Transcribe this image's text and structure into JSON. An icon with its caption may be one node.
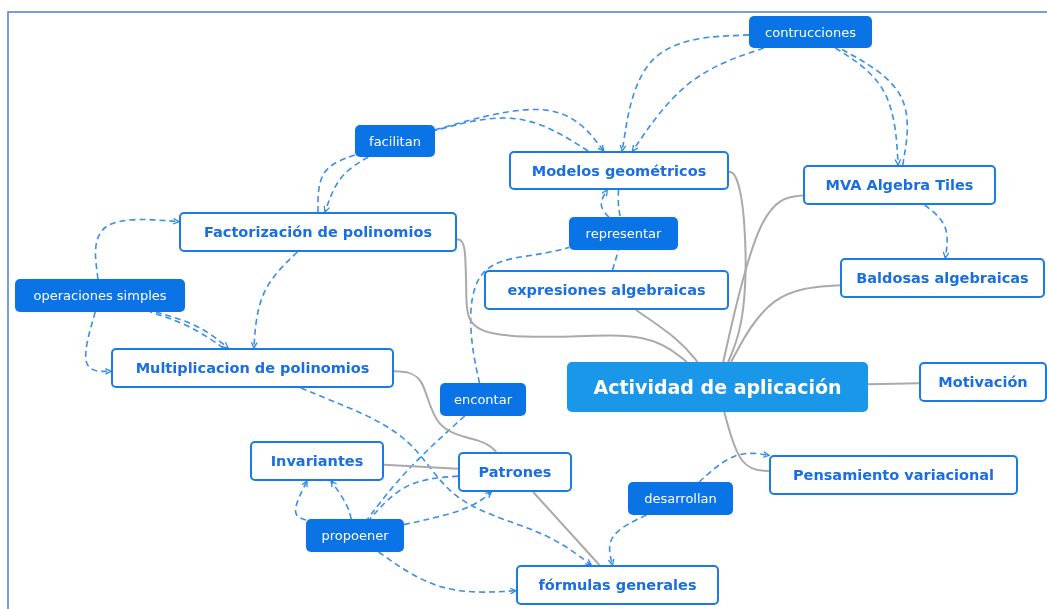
{
  "diagram": {
    "nodes": [
      {
        "text": [
          "contrucciones"
        ]
      },
      {
        "text": [
          "facilitan"
        ]
      },
      {
        "text": [
          "Modelos geométricos"
        ]
      },
      {
        "text": [
          "MVA Algebra Tiles"
        ]
      },
      {
        "text": [
          "Factorización de polinomios"
        ]
      },
      {
        "text": [
          "representar"
        ]
      },
      {
        "text": [
          "Baldosas algebraicas"
        ]
      },
      {
        "text": [
          "operaciones simples"
        ]
      },
      {
        "text": [
          "expresiones algebraicas"
        ]
      },
      {
        "text": [
          "Multiplicacion de polinomios"
        ]
      },
      {
        "text": [
          "Actividad de aplicación"
        ]
      },
      {
        "text": [
          "Motivación"
        ]
      },
      {
        "text": [
          "encontar"
        ]
      },
      {
        "text": [
          "Invariantes"
        ]
      },
      {
        "text": [
          "Patrones"
        ]
      },
      {
        "text": [
          "Pensamiento variacional"
        ]
      },
      {
        "text": [
          "desarrollan"
        ]
      },
      {
        "text": [
          "propoener"
        ]
      },
      {
        "text": [
          "fórmulas generales"
        ]
      }
    ],
    "edges": [
      {
        "from": 0,
        "to": 2,
        "arrow": "to",
        "style": "dashed"
      },
      {
        "from": 0,
        "to": 2,
        "arrow": "to",
        "style": "dashed"
      },
      {
        "from": 0,
        "to": 3,
        "arrow": "to",
        "style": "dashed"
      },
      {
        "from": 3,
        "to": 0,
        "arrow": "none",
        "style": "dashed"
      },
      {
        "from": 3,
        "to": 6,
        "arrow": "to",
        "style": "dashed"
      },
      {
        "from": 4,
        "to": 1,
        "arrow": "none",
        "style": "dashed"
      },
      {
        "from": 1,
        "to": 4,
        "arrow": "to",
        "style": "dashed"
      },
      {
        "from": 1,
        "to": 2,
        "arrow": "to",
        "style": "dashed"
      },
      {
        "from": 2,
        "to": 1,
        "arrow": "none",
        "style": "dashed"
      },
      {
        "from": 8,
        "to": 5,
        "arrow": "none",
        "style": "dashed"
      },
      {
        "from": 5,
        "to": 2,
        "arrow": "to",
        "style": "dashed"
      },
      {
        "from": 2,
        "to": 5,
        "arrow": "none",
        "style": "dashed"
      },
      {
        "from": 12,
        "to": 5,
        "arrow": "none",
        "style": "dashed"
      },
      {
        "from": 7,
        "to": 4,
        "arrow": "to",
        "style": "dashed"
      },
      {
        "from": 7,
        "to": 9,
        "arrow": "to",
        "style": "dashed"
      },
      {
        "from": 7,
        "to": 9,
        "arrow": "to",
        "style": "dashed"
      },
      {
        "from": 9,
        "to": 7,
        "arrow": "none",
        "style": "dashed"
      },
      {
        "from": 4,
        "to": 9,
        "arrow": "to",
        "style": "dashed"
      },
      {
        "from": 9,
        "to": 18,
        "arrow": "to",
        "style": "dashed"
      },
      {
        "from": 12,
        "to": 17,
        "arrow": "none",
        "style": "dashed"
      },
      {
        "from": 17,
        "to": 13,
        "arrow": "to",
        "style": "dashed"
      },
      {
        "from": 17,
        "to": 13,
        "arrow": "to",
        "style": "dashed"
      },
      {
        "from": 17,
        "to": 14,
        "arrow": "to",
        "style": "dashed"
      },
      {
        "from": 14,
        "to": 17,
        "arrow": "none",
        "style": "dashed"
      },
      {
        "from": 17,
        "to": 18,
        "arrow": "to",
        "style": "dashed"
      },
      {
        "from": 16,
        "to": 18,
        "arrow": "to",
        "style": "dashed"
      },
      {
        "from": 16,
        "to": 15,
        "arrow": "to",
        "style": "dashed"
      },
      {
        "from": 10,
        "to": 2,
        "arrow": "none",
        "color": "#aaaaaa"
      },
      {
        "from": 10,
        "to": 3,
        "arrow": "none",
        "color": "#aaaaaa"
      },
      {
        "from": 10,
        "to": 6,
        "arrow": "none",
        "color": "#aaaaaa"
      },
      {
        "from": 10,
        "to": 11,
        "arrow": "none",
        "color": "#aaaaaa"
      },
      {
        "from": 10,
        "to": 15,
        "arrow": "none",
        "color": "#aaaaaa"
      },
      {
        "from": 10,
        "to": 8,
        "arrow": "none",
        "color": "#aaaaaa"
      },
      {
        "from": 10,
        "to": 4,
        "arrow": "none",
        "color": "#aaaaaa"
      },
      {
        "from": 9,
        "to": 14,
        "arrow": "none",
        "color": "#aaaaaa"
      },
      {
        "from": 13,
        "to": 14,
        "arrow": "none",
        "color": "#aaaaaa"
      },
      {
        "from": 14,
        "to": 18,
        "arrow": "none",
        "color": "#aaaaaa"
      }
    ]
  }
}
